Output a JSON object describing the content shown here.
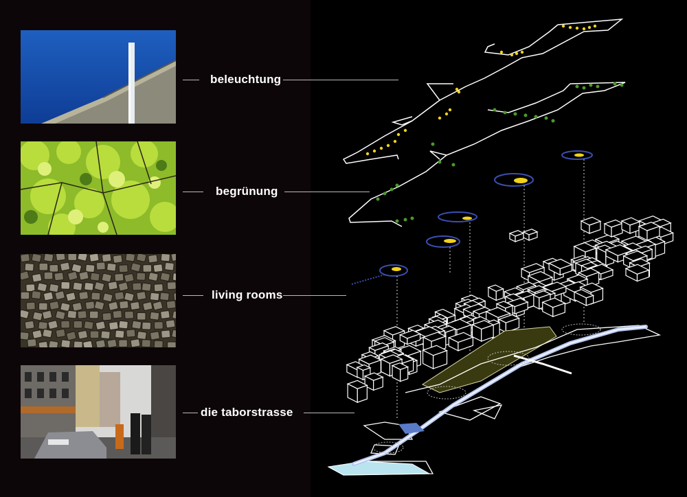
{
  "layers": [
    {
      "id": "light",
      "label": "beleuchtung"
    },
    {
      "id": "green",
      "label": "begrünung"
    },
    {
      "id": "living",
      "label": "living rooms"
    },
    {
      "id": "street",
      "label": "die taborstrasse"
    }
  ],
  "colors": {
    "background_left": "#0d0609",
    "background_right": "#000000",
    "light_markers": "#f2d21b",
    "green_markers": "#4a9a2a",
    "living_room_discs": "#3b4fb0",
    "street_highlight": "#b9c8ef",
    "plaza_fill": "#3a3a10"
  },
  "photos": [
    {
      "name": "light-pole-photo",
      "subject": "street-light-pole"
    },
    {
      "name": "tree-canopy-photo",
      "subject": "green-foliage"
    },
    {
      "name": "cobblestone-photo",
      "subject": "cobblestone-paving"
    },
    {
      "name": "street-scene-photo",
      "subject": "taborstrasse-street"
    }
  ]
}
